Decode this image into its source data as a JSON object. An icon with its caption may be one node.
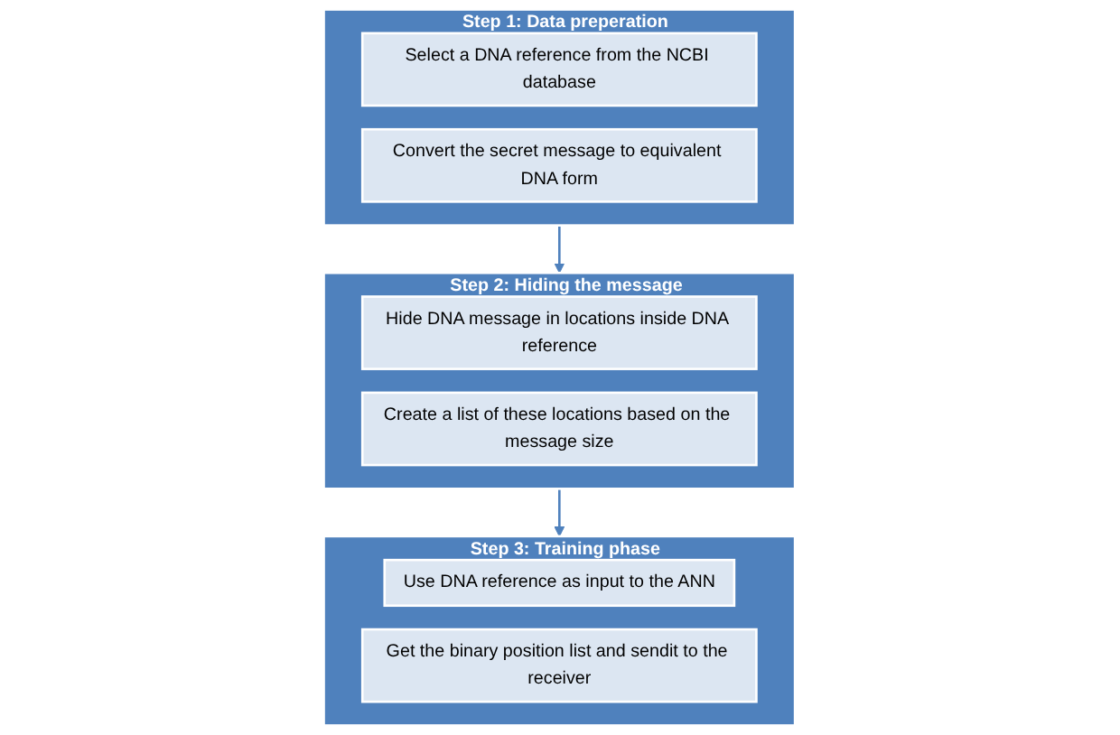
{
  "diagram": {
    "nodes": [
      {
        "text": [
          "Step 1: Data preperation"
        ]
      },
      {
        "text": [
          "Select a DNA reference from the NCBI database"
        ],
        "in": 0
      },
      {
        "text": [
          "Convert the secret message to equivalent DNA form"
        ],
        "in": 0
      },
      {
        "text": [
          "Step 2: Hiding the message"
        ]
      },
      {
        "text": [
          "Hide DNA message in locations inside DNA reference"
        ],
        "in": 3
      },
      {
        "text": [
          "Create a list of these locations based on the message size"
        ],
        "in": 3
      },
      {
        "text": [
          "Step 3: Training phase"
        ]
      },
      {
        "text": [
          "Use DNA reference as input to the ANN"
        ],
        "in": 6
      },
      {
        "text": [
          "Get the binary position list and sendit to the receiver"
        ],
        "in": 6
      }
    ],
    "edges": [
      {
        "from": 0,
        "to": 3,
        "arrow": "to"
      },
      {
        "from": 3,
        "to": 6,
        "arrow": "to"
      }
    ]
  }
}
